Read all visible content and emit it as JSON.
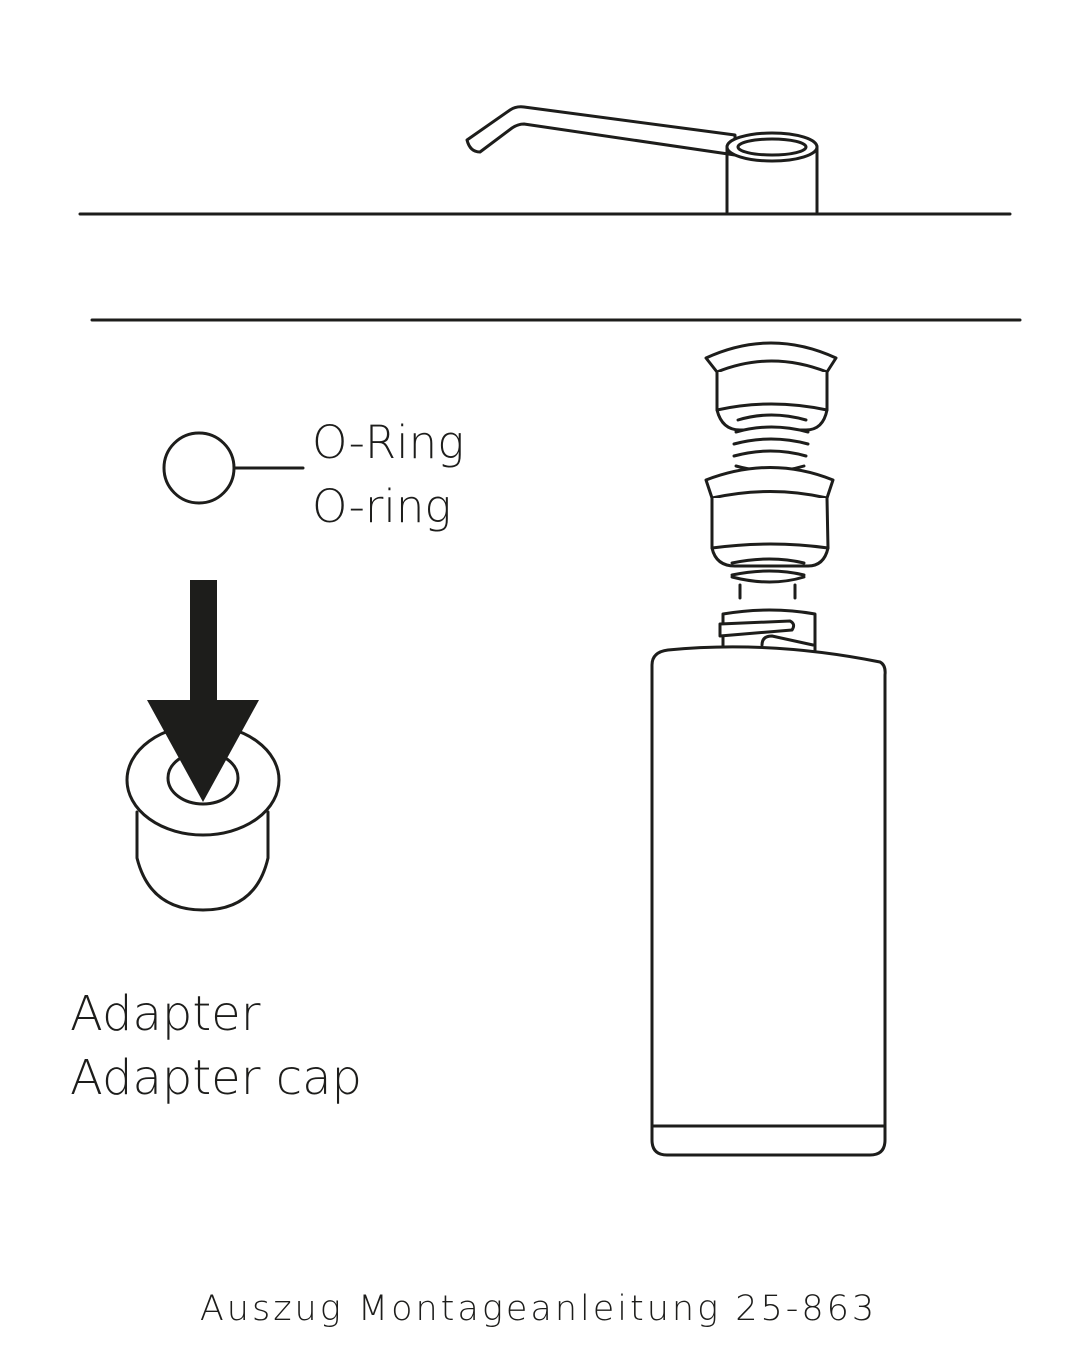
{
  "labels": {
    "oring_de": "O-Ring",
    "oring_en": "O-ring",
    "adapter_de": "Adapter",
    "adapter_en": "Adapter cap"
  },
  "footer": "Auszug Montageanleitung 25-863",
  "colors": {
    "line": "#1d1d1b",
    "background": "#ffffff"
  }
}
